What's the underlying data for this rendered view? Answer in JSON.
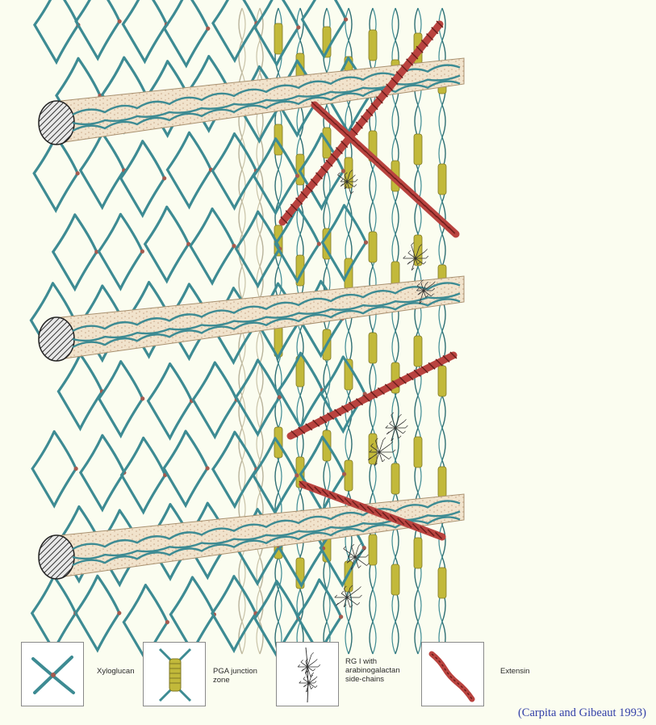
{
  "legend": {
    "xyloglucan": "Xyloglucan",
    "pga_junction": [
      "PGA junction",
      "zone"
    ],
    "rg1": [
      "RG I with",
      "arabinogalactan",
      "side-chains"
    ],
    "extensin": "Extensin"
  },
  "citation": "(Carpita and Gibeaut 1993)",
  "colors": {
    "background": "#fbfdf0",
    "xyloglucan": "#3d8b93",
    "cellulose": "#f0dfc6",
    "pectin": "#c2b93a",
    "extensin": "#b9433f",
    "citation": "#3340a8"
  },
  "icons": [
    "cellulose-microfibril-icon",
    "xyloglucan-icon",
    "pga-junction-icon",
    "rg1-icon",
    "extensin-icon"
  ]
}
